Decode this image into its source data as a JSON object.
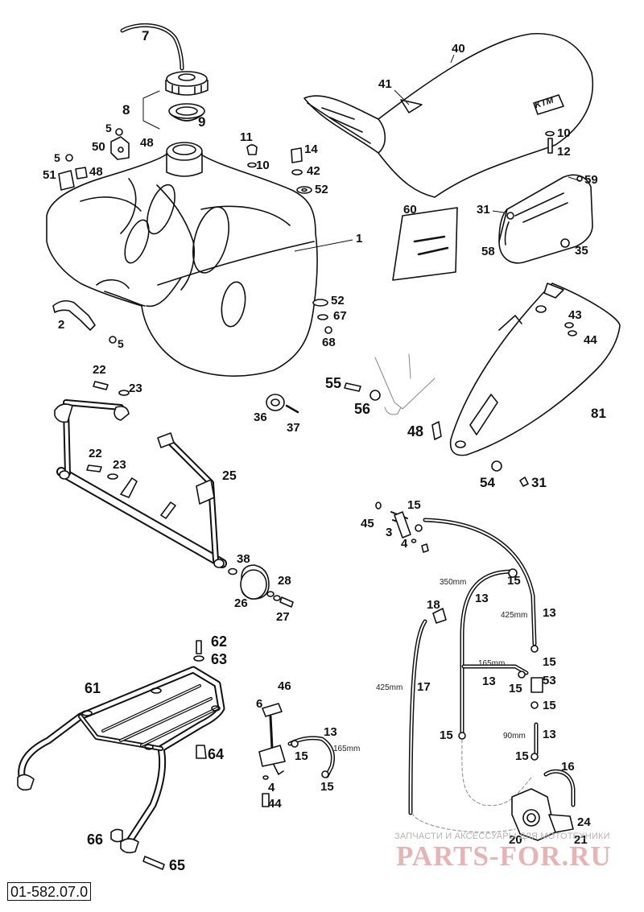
{
  "callouts": [
    {
      "id": "c7",
      "text": "7"
    },
    {
      "id": "c8",
      "text": "8"
    },
    {
      "id": "c9",
      "text": "9"
    },
    {
      "id": "c5a",
      "text": "5"
    },
    {
      "id": "c50",
      "text": "50"
    },
    {
      "id": "c48a",
      "text": "48"
    },
    {
      "id": "c5b",
      "text": "5"
    },
    {
      "id": "c51",
      "text": "51"
    },
    {
      "id": "c48b",
      "text": "48"
    },
    {
      "id": "c11",
      "text": "11"
    },
    {
      "id": "c10a",
      "text": "10"
    },
    {
      "id": "c14",
      "text": "14"
    },
    {
      "id": "c42",
      "text": "42"
    },
    {
      "id": "c52a",
      "text": "52"
    },
    {
      "id": "c1",
      "text": "1"
    },
    {
      "id": "c2",
      "text": "2"
    },
    {
      "id": "c5c",
      "text": "5"
    },
    {
      "id": "c52b",
      "text": "52"
    },
    {
      "id": "c67",
      "text": "67"
    },
    {
      "id": "c68",
      "text": "68"
    },
    {
      "id": "c40",
      "text": "40"
    },
    {
      "id": "c41",
      "text": "41"
    },
    {
      "id": "c10b",
      "text": "10"
    },
    {
      "id": "c12",
      "text": "12"
    },
    {
      "id": "c59",
      "text": "59"
    },
    {
      "id": "c60",
      "text": "60"
    },
    {
      "id": "c31a",
      "text": "31"
    },
    {
      "id": "c58",
      "text": "58"
    },
    {
      "id": "c35",
      "text": "35"
    },
    {
      "id": "c43",
      "text": "43"
    },
    {
      "id": "c44a",
      "text": "44"
    },
    {
      "id": "c81",
      "text": "81"
    },
    {
      "id": "c54",
      "text": "54"
    },
    {
      "id": "c31b",
      "text": "31"
    },
    {
      "id": "c22a",
      "text": "22"
    },
    {
      "id": "c23a",
      "text": "23"
    },
    {
      "id": "c22b",
      "text": "22"
    },
    {
      "id": "c23b",
      "text": "23"
    },
    {
      "id": "c25",
      "text": "25"
    },
    {
      "id": "c55",
      "text": "55"
    },
    {
      "id": "c56",
      "text": "56"
    },
    {
      "id": "c36",
      "text": "36"
    },
    {
      "id": "c37",
      "text": "37"
    },
    {
      "id": "c48c",
      "text": "48"
    },
    {
      "id": "c38",
      "text": "38"
    },
    {
      "id": "c28",
      "text": "28"
    },
    {
      "id": "c26",
      "text": "26"
    },
    {
      "id": "c27",
      "text": "27"
    },
    {
      "id": "c45",
      "text": "45"
    },
    {
      "id": "c3",
      "text": "3"
    },
    {
      "id": "c15a",
      "text": "15"
    },
    {
      "id": "c4a",
      "text": "4"
    },
    {
      "id": "c15b",
      "text": "15"
    },
    {
      "id": "c13a",
      "text": "13"
    },
    {
      "id": "c13b",
      "text": "13"
    },
    {
      "id": "c18",
      "text": "18"
    },
    {
      "id": "c17",
      "text": "17"
    },
    {
      "id": "c15c",
      "text": "15"
    },
    {
      "id": "c13c",
      "text": "13"
    },
    {
      "id": "c15d",
      "text": "15"
    },
    {
      "id": "c53",
      "text": "53"
    },
    {
      "id": "c15e",
      "text": "15"
    },
    {
      "id": "c15f",
      "text": "15"
    },
    {
      "id": "c13d",
      "text": "13"
    },
    {
      "id": "c15g",
      "text": "15"
    },
    {
      "id": "c16",
      "text": "16"
    },
    {
      "id": "c24",
      "text": "24"
    },
    {
      "id": "c20",
      "text": "20"
    },
    {
      "id": "c21",
      "text": "21"
    },
    {
      "id": "c62",
      "text": "62"
    },
    {
      "id": "c63",
      "text": "63"
    },
    {
      "id": "c61",
      "text": "61"
    },
    {
      "id": "c64",
      "text": "64"
    },
    {
      "id": "c66",
      "text": "66"
    },
    {
      "id": "c65",
      "text": "65"
    },
    {
      "id": "c46",
      "text": "46"
    },
    {
      "id": "c6",
      "text": "6"
    },
    {
      "id": "c13e",
      "text": "13"
    },
    {
      "id": "c15h",
      "text": "15"
    },
    {
      "id": "c15i",
      "text": "15"
    },
    {
      "id": "c4b",
      "text": "4"
    },
    {
      "id": "c44b",
      "text": "44"
    }
  ],
  "dimensions": [
    {
      "id": "d350",
      "text": "350mm"
    },
    {
      "id": "d425a",
      "text": "425mm"
    },
    {
      "id": "d425b",
      "text": "425mm"
    },
    {
      "id": "d165a",
      "text": "165mm"
    },
    {
      "id": "d90",
      "text": "90mm"
    },
    {
      "id": "d165b",
      "text": "165mm"
    }
  ],
  "part_number": "01-582.07.0",
  "watermark": {
    "tagline": "ЗАПЧАСТИ И АКСЕССУАРЫ ДЛЯ МОТОТЕХНИКИ",
    "brand": "PARTS-FOR.RU"
  },
  "logo_text": "KTM"
}
